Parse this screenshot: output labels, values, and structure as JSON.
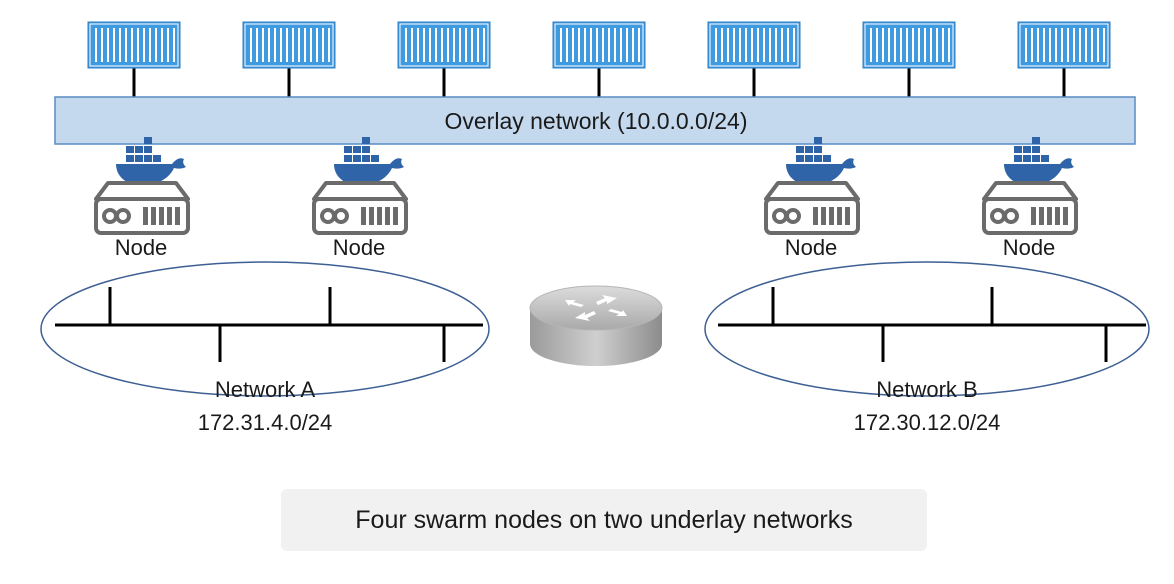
{
  "overlay": {
    "label": "Overlay network (10.0.0.0/24)",
    "color": "#c5d9ee",
    "border": "#5a8cc4"
  },
  "containers": {
    "count": 7,
    "icon": "shipping-container-icon",
    "color": "#3f9ae0"
  },
  "nodes": [
    {
      "label": "Node",
      "network": "A",
      "icons": [
        "docker-whale-icon",
        "server-icon"
      ]
    },
    {
      "label": "Node",
      "network": "A",
      "icons": [
        "docker-whale-icon",
        "server-icon"
      ]
    },
    {
      "label": "Node",
      "network": "B",
      "icons": [
        "docker-whale-icon",
        "server-icon"
      ]
    },
    {
      "label": "Node",
      "network": "B",
      "icons": [
        "docker-whale-icon",
        "server-icon"
      ]
    }
  ],
  "networks": [
    {
      "name": "Network A",
      "cidr": "172.31.4.0/24"
    },
    {
      "name": "Network B",
      "cidr": "172.30.12.0/24"
    }
  ],
  "router": {
    "icon": "router-icon"
  },
  "caption": "Four swarm nodes on two underlay networks",
  "colors": {
    "whale": "#2f64a8",
    "server": "#6b6b6b",
    "ellipse": "#3d5f93"
  }
}
